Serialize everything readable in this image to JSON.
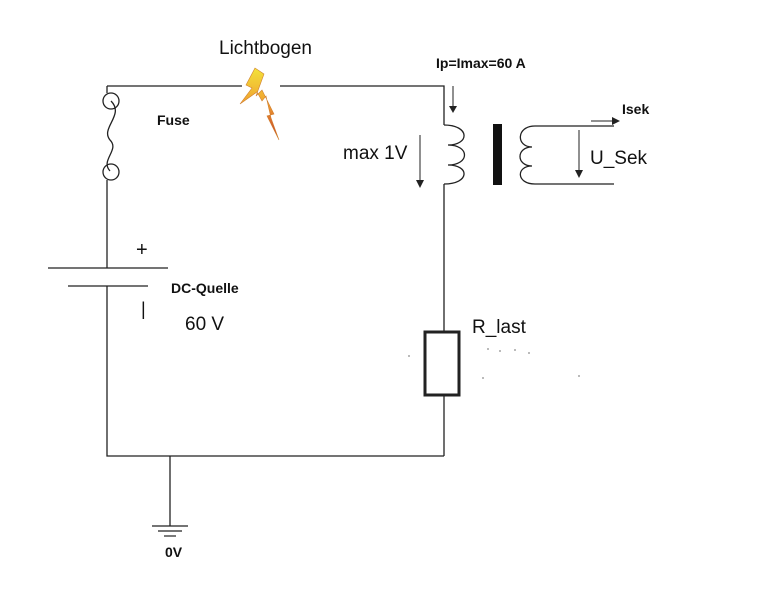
{
  "diagram": {
    "labels": {
      "arc": "Lichtbogen",
      "fuse": "Fuse",
      "primary_current": "Ip=Imax=60 A",
      "secondary_current": "Isek",
      "primary_voltage": "max 1V",
      "secondary_voltage": "U_Sek",
      "source_name": "DC-Quelle",
      "source_voltage": "60 V",
      "load": "R_last",
      "ground": "0V",
      "plus_sign": "+",
      "minus_sign": "|"
    },
    "colors": {
      "wire": "#222222",
      "arc_top": "#f3e23a",
      "arc_mid": "#f0a030",
      "arc_bottom": "#c0302a"
    },
    "icons": {
      "arc": "lightning-bolt-icon",
      "fuse": "fuse-symbol",
      "battery": "battery-symbol",
      "transformer": "transformer-symbol",
      "resistor": "resistor-symbol",
      "ground": "ground-symbol"
    }
  }
}
